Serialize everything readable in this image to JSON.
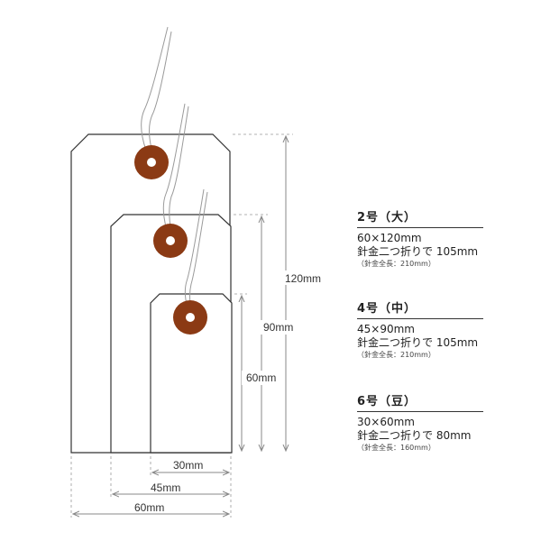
{
  "colors": {
    "tag_fill": "#ffffff",
    "tag_outline": "#333333",
    "reinforcement_ring": "#8b3a14",
    "wire": "#9a9a9a",
    "dimension_line": "#888888"
  },
  "tags": [
    {
      "size_label": "2号（大）",
      "dimension": "60×120mm",
      "wire_text": "針金二つ折りで 105mm",
      "wire_note": "（針金全長：210mm）"
    },
    {
      "size_label": "4号（中）",
      "dimension": "45×90mm",
      "wire_text": "針金二つ折りで 105mm",
      "wire_note": "（針金全長：210mm）"
    },
    {
      "size_label": "6号（豆）",
      "dimension": "30×60mm",
      "wire_text": "針金二つ折りで 80mm",
      "wire_note": "（針金全長：160mm）"
    }
  ],
  "dimensions": {
    "height_large": "120mm",
    "height_medium": "90mm",
    "height_small": "60mm",
    "width_small": "30mm",
    "width_medium": "45mm",
    "width_large": "60mm"
  }
}
